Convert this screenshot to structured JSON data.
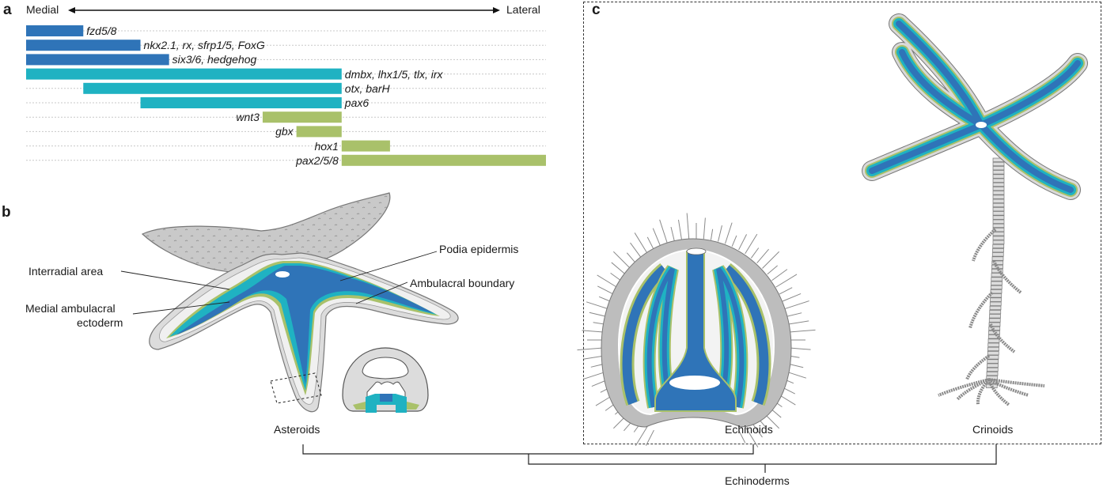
{
  "panels": {
    "a": {
      "letter": "a"
    },
    "b": {
      "letter": "b"
    },
    "c": {
      "letter": "c"
    }
  },
  "axis": {
    "left_label": "Medial",
    "right_label": "Lateral"
  },
  "colors": {
    "blue": "#2f74b8",
    "teal": "#1fb2c2",
    "green": "#a9c16a"
  },
  "chart_data": {
    "type": "bar",
    "title": "",
    "xlabel": "Medial ↔ Lateral",
    "orientation": "horizontal-range",
    "xlim": [
      0,
      1
    ],
    "rows": [
      {
        "label": "fzd5/8",
        "start": 0.0,
        "end": 0.11,
        "group": "blue",
        "label_side": "right"
      },
      {
        "label": "nkx2.1, rx, sfrp1/5, FoxG",
        "start": 0.0,
        "end": 0.22,
        "group": "blue",
        "label_side": "right"
      },
      {
        "label": "six3/6, hedgehog",
        "start": 0.0,
        "end": 0.275,
        "group": "blue",
        "label_side": "right"
      },
      {
        "label": "dmbx, lhx1/5, tlx, irx",
        "start": 0.0,
        "end": 0.607,
        "group": "teal",
        "label_side": "right"
      },
      {
        "label": "otx, barH",
        "start": 0.11,
        "end": 0.607,
        "group": "teal",
        "label_side": "right"
      },
      {
        "label": "pax6",
        "start": 0.22,
        "end": 0.607,
        "group": "teal",
        "label_side": "right"
      },
      {
        "label": "wnt3",
        "start": 0.455,
        "end": 0.607,
        "group": "green",
        "label_side": "left"
      },
      {
        "label": "gbx",
        "start": 0.52,
        "end": 0.607,
        "group": "green",
        "label_side": "left"
      },
      {
        "label": "hox1",
        "start": 0.607,
        "end": 0.7,
        "group": "green",
        "label_side": "left"
      },
      {
        "label": "pax2/5/8",
        "start": 0.607,
        "end": 1.0,
        "group": "green",
        "label_side": "left"
      }
    ]
  },
  "panel_b": {
    "labels": {
      "interradial": "Interradial area",
      "medial_line1": "Medial ambulacral",
      "medial_line2": "ectoderm",
      "podia": "Podia epidermis",
      "ambulacral": "Ambulacral boundary"
    }
  },
  "taxa": {
    "asteroids": "Asteroids",
    "echinoids": "Echinoids",
    "crinoids": "Crinoids",
    "echinoderms": "Echinoderms"
  }
}
